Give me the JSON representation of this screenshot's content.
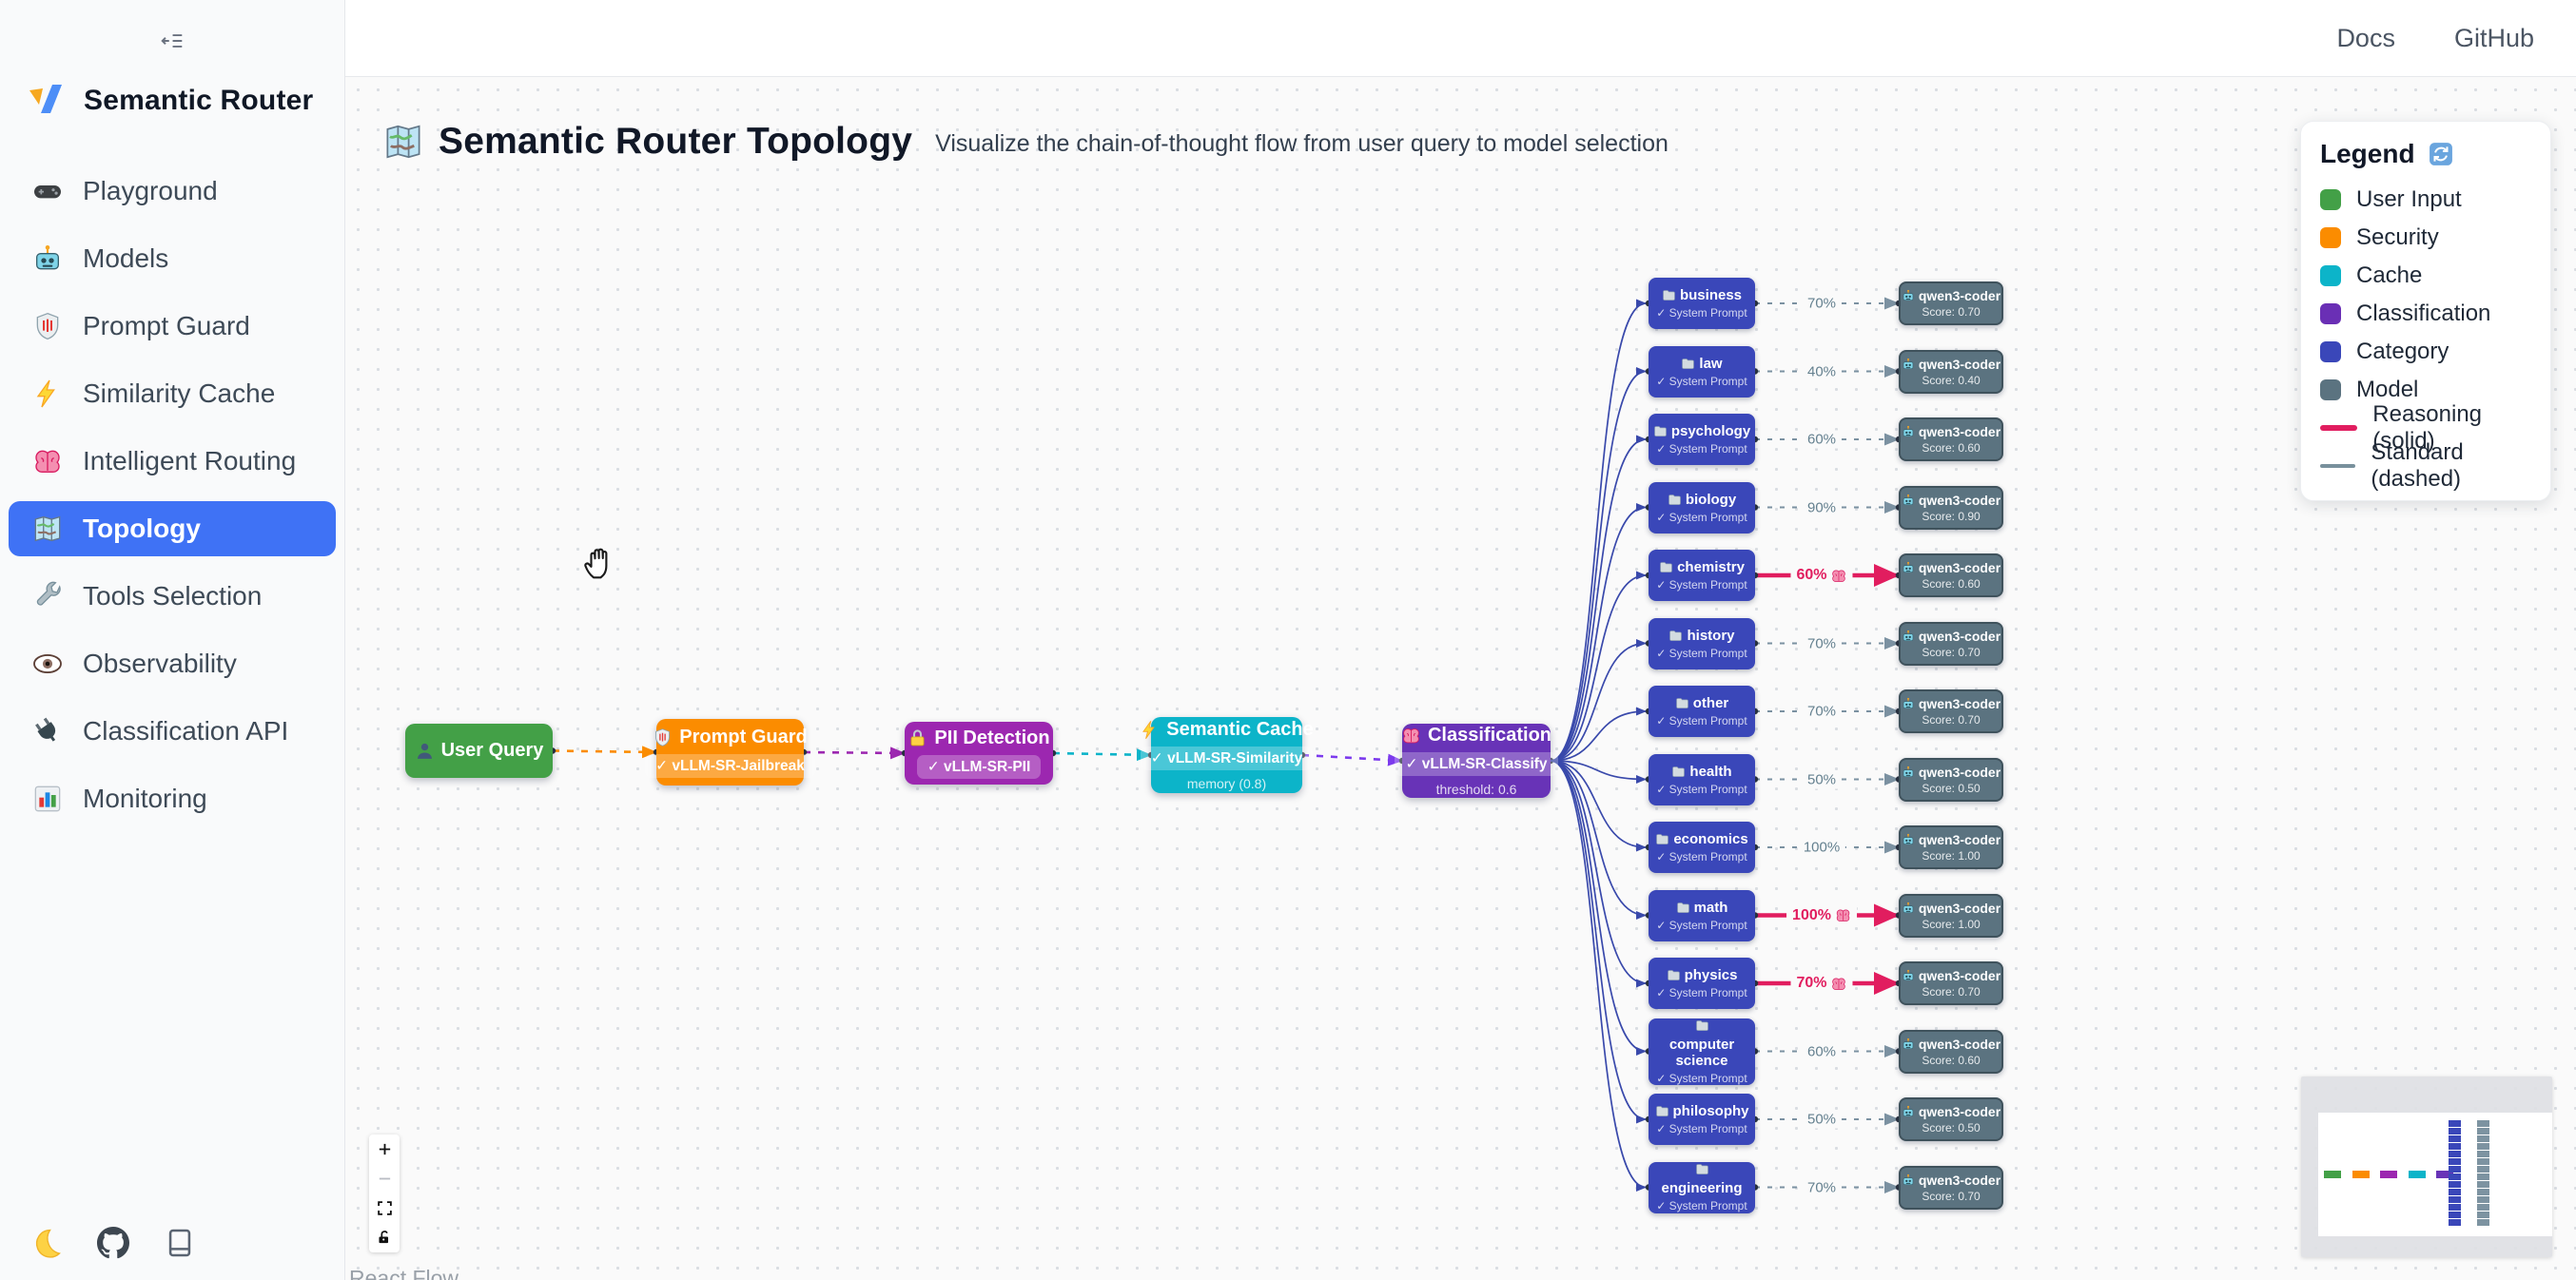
{
  "sidebar": {
    "brand": "Semantic Router",
    "items": [
      {
        "label": "Playground",
        "icon": "gamepad-icon",
        "active": false
      },
      {
        "label": "Models",
        "icon": "robot-icon",
        "active": false
      },
      {
        "label": "Prompt Guard",
        "icon": "shield-icon",
        "active": false
      },
      {
        "label": "Similarity Cache",
        "icon": "bolt-icon",
        "active": false
      },
      {
        "label": "Intelligent Routing",
        "icon": "brain-icon",
        "active": false
      },
      {
        "label": "Topology",
        "icon": "map-icon",
        "active": true
      },
      {
        "label": "Tools Selection",
        "icon": "wrench-icon",
        "active": false
      },
      {
        "label": "Observability",
        "icon": "eye-icon",
        "active": false
      },
      {
        "label": "Classification API",
        "icon": "plug-icon",
        "active": false
      },
      {
        "label": "Monitoring",
        "icon": "chart-icon",
        "active": false
      }
    ],
    "footer_icons": [
      "moon-icon",
      "github-icon",
      "book-icon"
    ]
  },
  "topbar": {
    "links": [
      "Docs",
      "GitHub"
    ]
  },
  "page": {
    "title": "Semantic Router Topology",
    "subtitle": "Visualize the chain-of-thought flow from user query to model selection"
  },
  "legend": {
    "title": "Legend",
    "swatches": [
      {
        "label": "User Input",
        "color": "#43a047"
      },
      {
        "label": "Security",
        "color": "#fb8c00"
      },
      {
        "label": "Cache",
        "color": "#0cb4c9"
      },
      {
        "label": "Classification",
        "color": "#6a2fb5"
      },
      {
        "label": "Category",
        "color": "#3a47b9"
      },
      {
        "label": "Model",
        "color": "#5b7380"
      }
    ],
    "lines": [
      {
        "label": "Reasoning (solid)",
        "color": "#e11d5f",
        "thin": false
      },
      {
        "label": "Standard (dashed)",
        "color": "#78909c",
        "thin": true
      }
    ]
  },
  "flow": {
    "pipeline": [
      {
        "id": "user-query",
        "title": "User Query",
        "icon": "person-icon",
        "badge": null,
        "sub": null,
        "color": "#43a047"
      },
      {
        "id": "prompt-guard",
        "title": "Prompt Guard",
        "icon": "shield-icon",
        "badge": "✓ vLLM-SR-Jailbreak",
        "sub": null,
        "color": "#fb8c00"
      },
      {
        "id": "pii-detection",
        "title": "PII Detection",
        "icon": "lock-icon",
        "badge": "✓ vLLM-SR-PII",
        "sub": null,
        "color": "#9c27b0"
      },
      {
        "id": "semantic-cache",
        "title": "Semantic Cache",
        "icon": "bolt-icon",
        "badge": "✓ vLLM-SR-Similarity",
        "sub": "memory (0.8)",
        "color": "#0cb4c9"
      },
      {
        "id": "classification",
        "title": "Classification",
        "icon": "brain-icon",
        "badge": "✓ vLLM-SR-Classify",
        "sub": "threshold: 0.6",
        "color": "#6833b7"
      }
    ],
    "pipeline_edge_colors": [
      "#fb8c00",
      "#9c27b0",
      "#0cb4c9",
      "#7c3aed"
    ],
    "category_sublabel": "✓ System Prompt",
    "model_label": "qwen3-coder",
    "rows": [
      {
        "category": "business",
        "percent": "70%",
        "score": "Score: 0.70",
        "reasoning": false
      },
      {
        "category": "law",
        "percent": "40%",
        "score": "Score: 0.40",
        "reasoning": false
      },
      {
        "category": "psychology",
        "percent": "60%",
        "score": "Score: 0.60",
        "reasoning": false
      },
      {
        "category": "biology",
        "percent": "90%",
        "score": "Score: 0.90",
        "reasoning": false
      },
      {
        "category": "chemistry",
        "percent": "60%",
        "score": "Score: 0.60",
        "reasoning": true
      },
      {
        "category": "history",
        "percent": "70%",
        "score": "Score: 0.70",
        "reasoning": false
      },
      {
        "category": "other",
        "percent": "70%",
        "score": "Score: 0.70",
        "reasoning": false
      },
      {
        "category": "health",
        "percent": "50%",
        "score": "Score: 0.50",
        "reasoning": false
      },
      {
        "category": "economics",
        "percent": "100%",
        "score": "Score: 1.00",
        "reasoning": false
      },
      {
        "category": "math",
        "percent": "100%",
        "score": "Score: 1.00",
        "reasoning": true
      },
      {
        "category": "physics",
        "percent": "70%",
        "score": "Score: 0.70",
        "reasoning": true
      },
      {
        "category": "computer science",
        "percent": "60%",
        "score": "Score: 0.60",
        "reasoning": false
      },
      {
        "category": "philosophy",
        "percent": "50%",
        "score": "Score: 0.50",
        "reasoning": false
      },
      {
        "category": "engineering",
        "percent": "70%",
        "score": "Score: 0.70",
        "reasoning": false
      }
    ],
    "edge_colors": {
      "standard": "#7b91a1",
      "reasoning": "#e11d5f",
      "fan": "#3949ab",
      "category": "#3a47b9"
    }
  },
  "controls": {
    "buttons": [
      "zoom-in-icon",
      "zoom-out-icon",
      "fit-view-icon",
      "lock-open-icon"
    ]
  },
  "attribution": "React Flow"
}
